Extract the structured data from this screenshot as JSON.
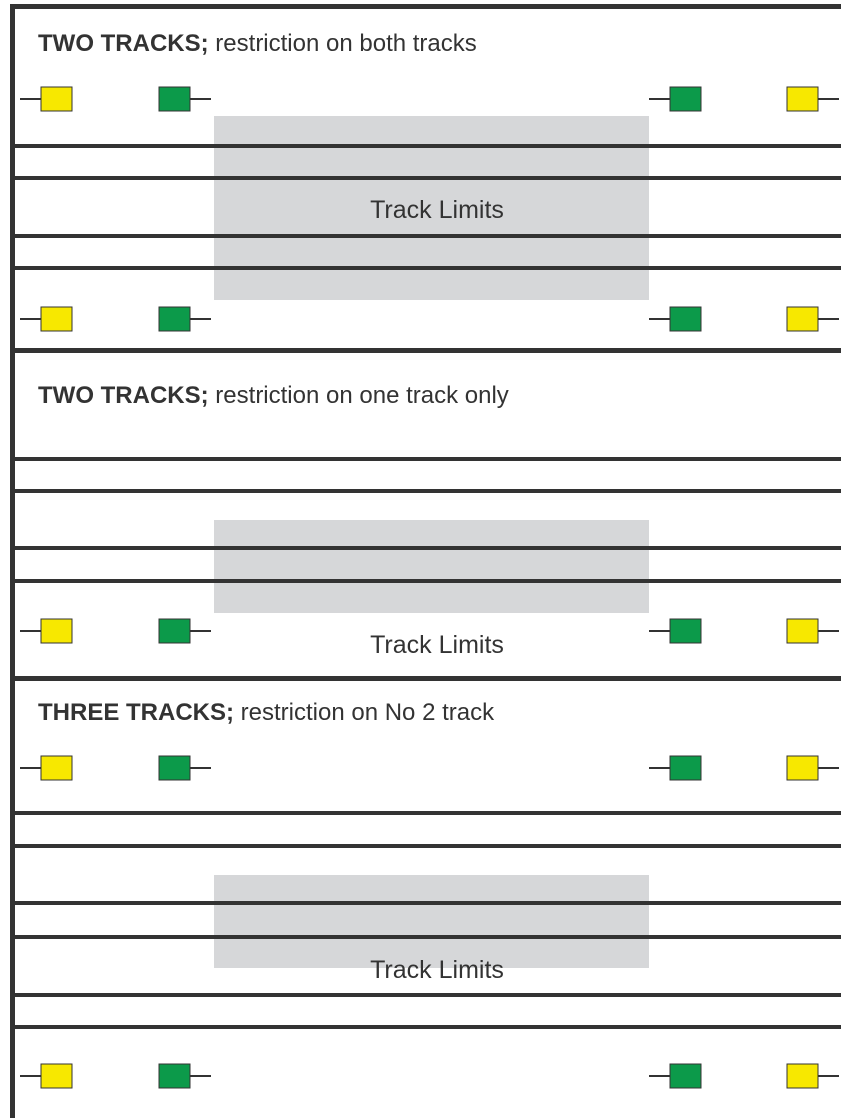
{
  "colors": {
    "border": "#333333",
    "rail": "#333333",
    "zone": "#d6d7d9",
    "distant_signal": "#f7e800",
    "home_signal": "#0c9a4a",
    "text": "#333333"
  },
  "panels": [
    {
      "title_bold": "TWO TRACKS;",
      "title_rest": " restriction on both tracks",
      "zone_label": "Track Limits"
    },
    {
      "title_bold": "TWO TRACKS;",
      "title_rest": " restriction on one track only",
      "zone_label": "Track Limits"
    },
    {
      "title_bold": "THREE TRACKS;",
      "title_rest": " restriction on No 2 track",
      "zone_label": "Track Limits"
    }
  ]
}
